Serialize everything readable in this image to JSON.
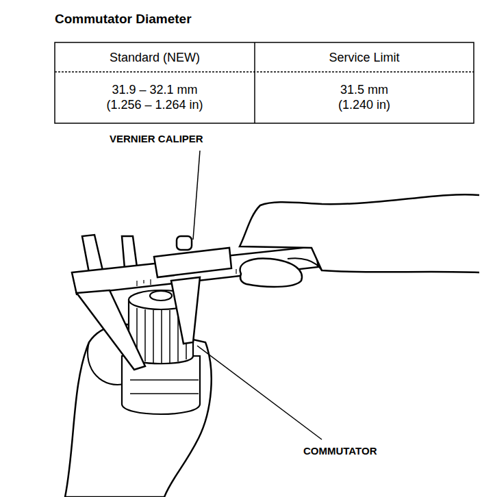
{
  "diagram": {
    "title": "Commutator Diameter",
    "labels": [
      "Standard (NEW)",
      "Service Limit",
      "31.9 – 32.1 mm (1.256 – 1.264 in)",
      "31.5 mm (1.240 in)",
      "VERNIER CALIPER",
      "COMMUTATOR"
    ]
  }
}
